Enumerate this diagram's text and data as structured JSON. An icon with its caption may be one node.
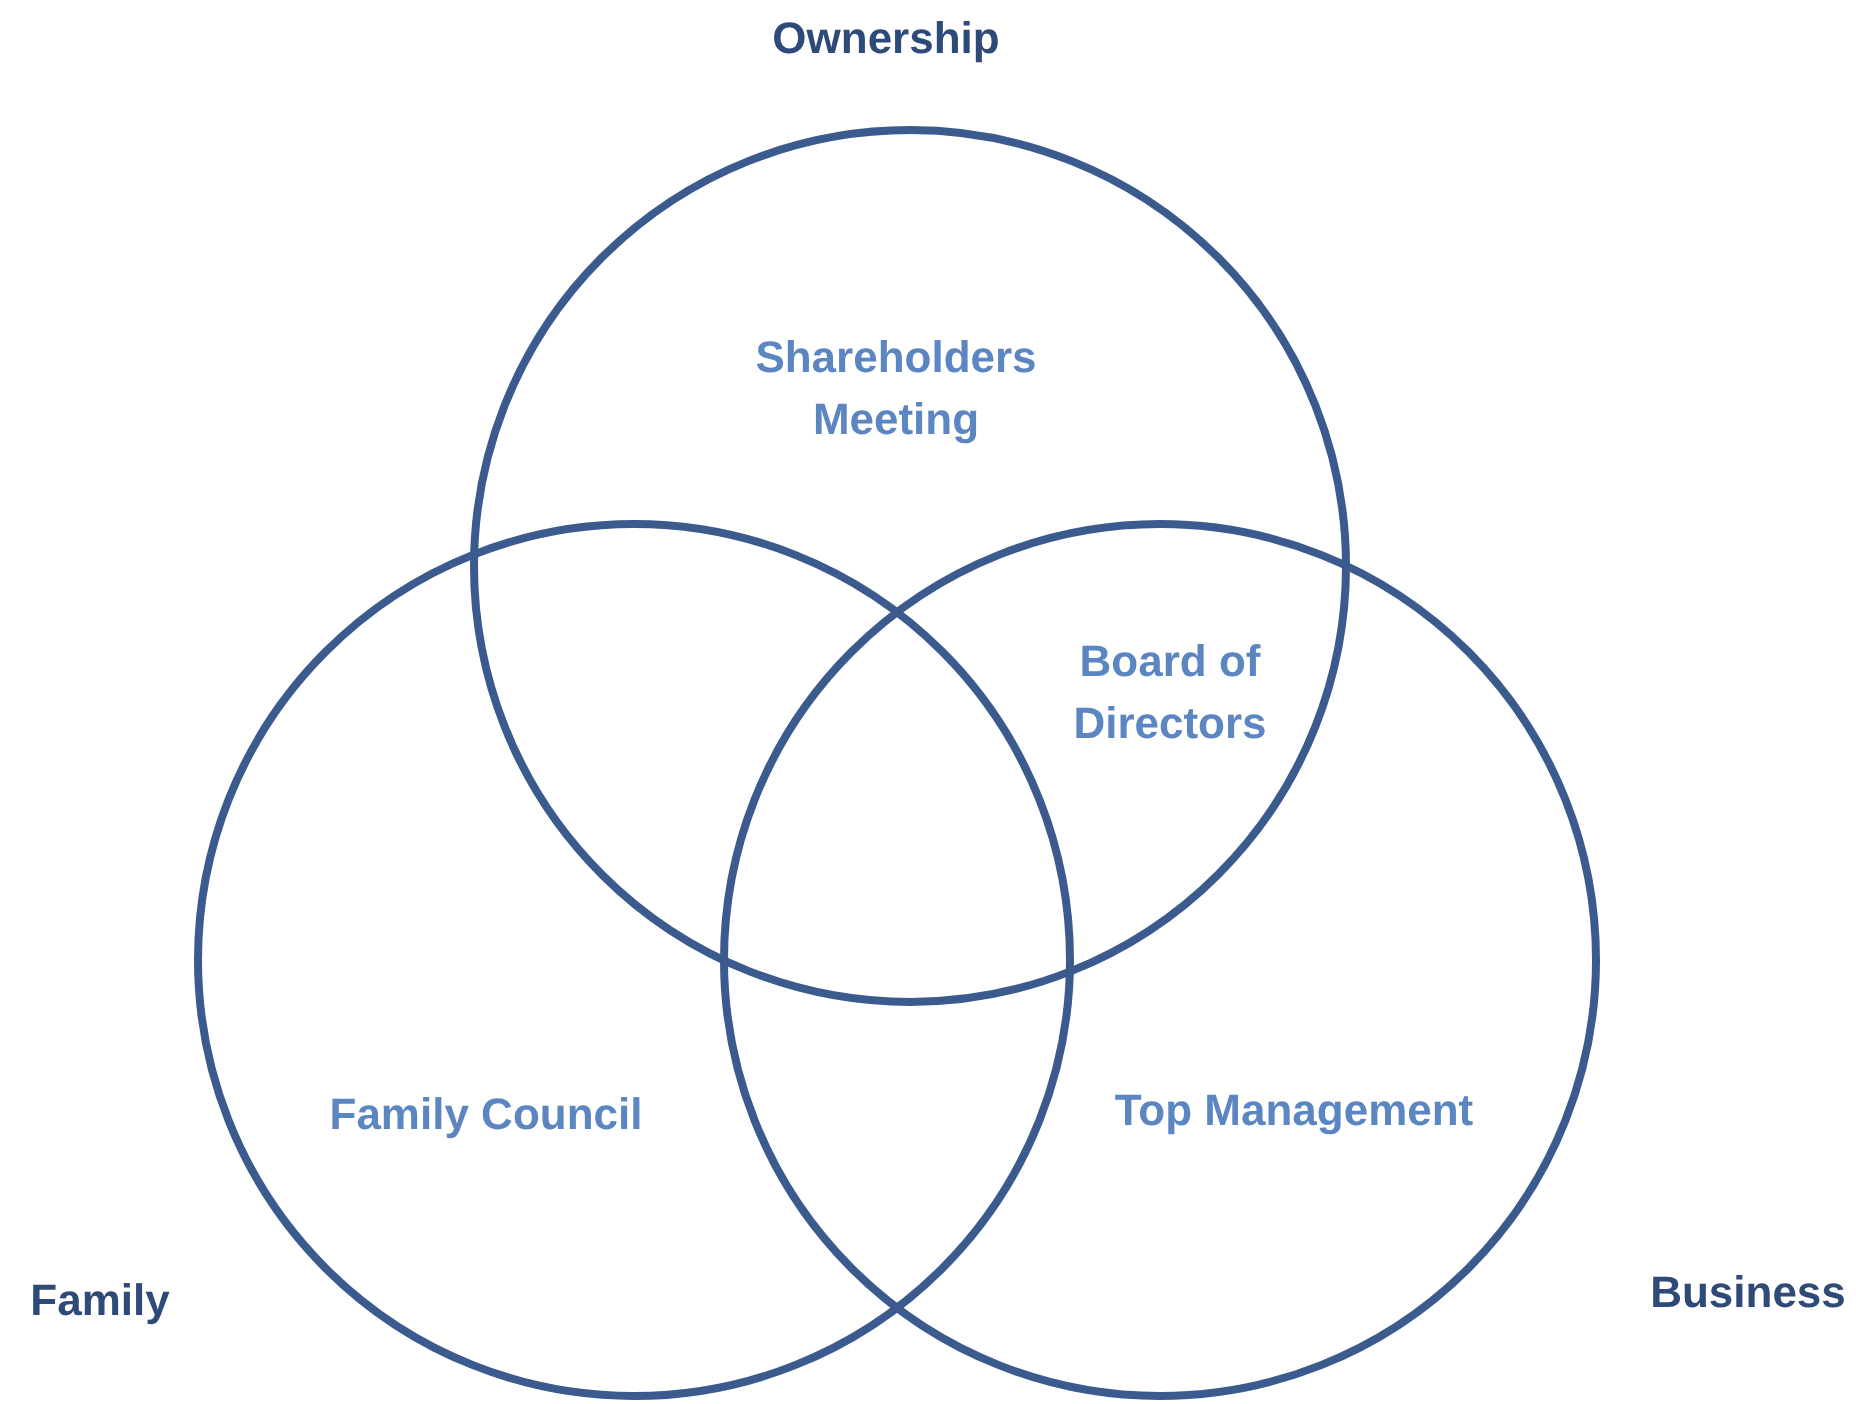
{
  "diagram": {
    "nodes": [
      {
        "text": [
          "Ownership",
          "Shareholders Meeting"
        ]
      },
      {
        "text": [
          "Family",
          "Family Council"
        ]
      },
      {
        "text": [
          "Business",
          "Top Management"
        ]
      }
    ],
    "labels": [
      "Board of Directors"
    ]
  }
}
